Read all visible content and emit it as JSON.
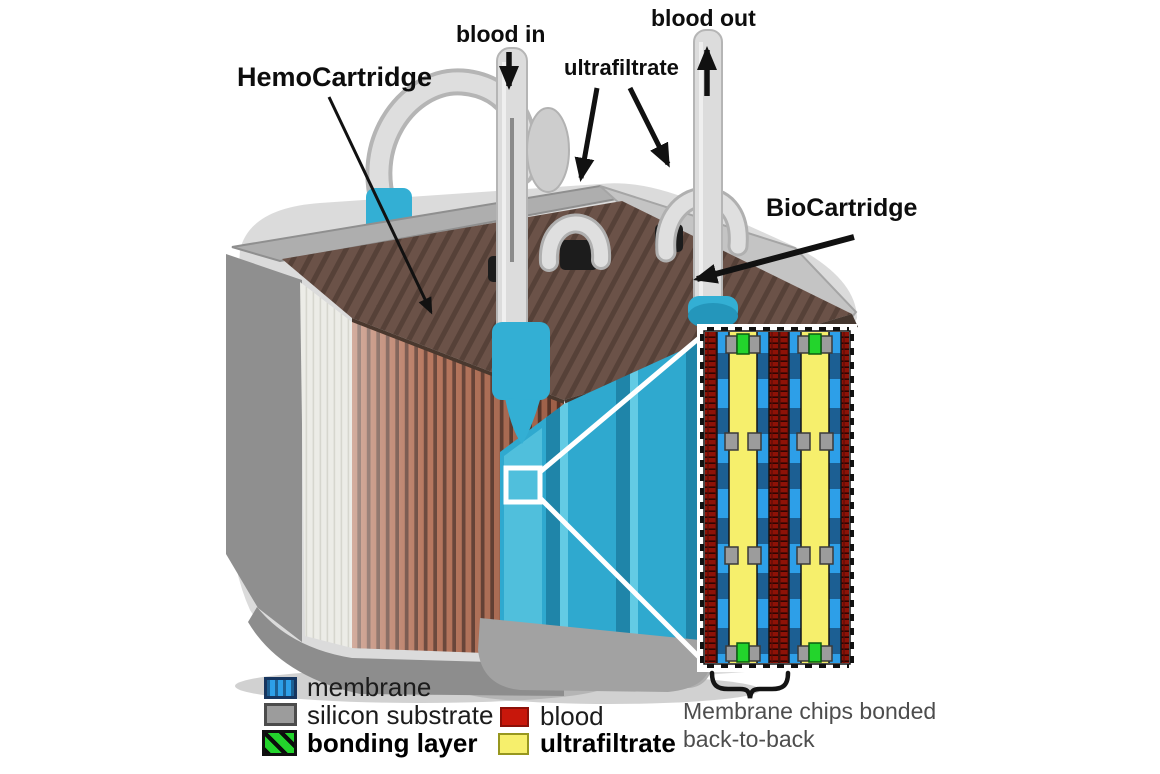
{
  "labels": {
    "hemocartridge": "HemoCartridge",
    "biocartridge": "BioCartridge",
    "blood_in": "blood in",
    "blood_out": "blood out",
    "ultrafiltrate": "ultrafiltrate"
  },
  "caption": {
    "line1": "Membrane chips bonded",
    "line2": "back-to-back"
  },
  "legend": {
    "items": [
      {
        "label": "membrane"
      },
      {
        "label": "silicon substrate"
      },
      {
        "label": "bonding layer"
      },
      {
        "label": "blood"
      },
      {
        "label": "ultrafiltrate"
      }
    ]
  },
  "palette": {
    "membrane-blue": "#2D9FE8",
    "membrane-dark": "#1C5F93",
    "silicon-gray": "#9C9C9C",
    "bonding-green": "#23D42C",
    "blood-red": "#C8170B",
    "blood-dark": "#8E1207",
    "ultrafiltrate-yellow": "#F6EF6C",
    "device-teal": "#33AFD4",
    "fin-copper": "#B06A4F",
    "fin-dark": "#5E372A",
    "body-gray": "#9A9A9A",
    "top-brown": "#6B5248"
  }
}
